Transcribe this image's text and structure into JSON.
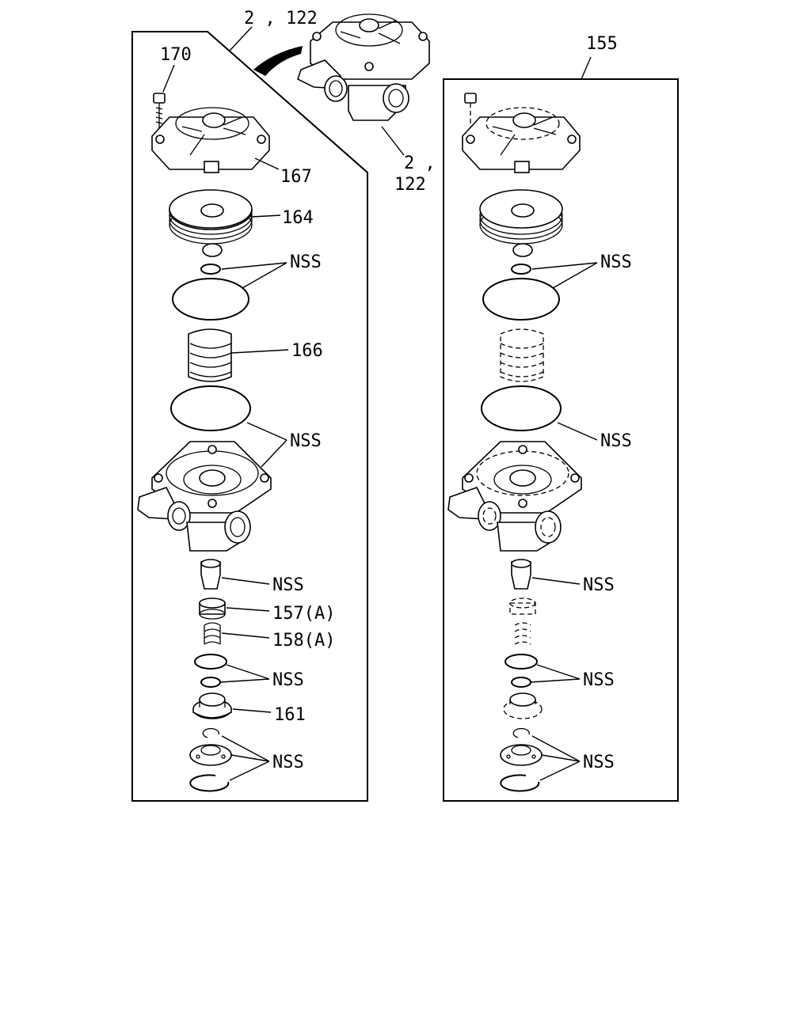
{
  "labels": {
    "assembly_ref": "2 , 122",
    "assembly_ref_lower_a": "2 ,",
    "assembly_ref_lower_b": "122",
    "kit": "155",
    "bolt": "170",
    "cover": "167",
    "piston": "164",
    "spring": "166",
    "valve_157": "157(A)",
    "valve_158": "158(A)",
    "seat": "161",
    "nss": "NSS"
  }
}
